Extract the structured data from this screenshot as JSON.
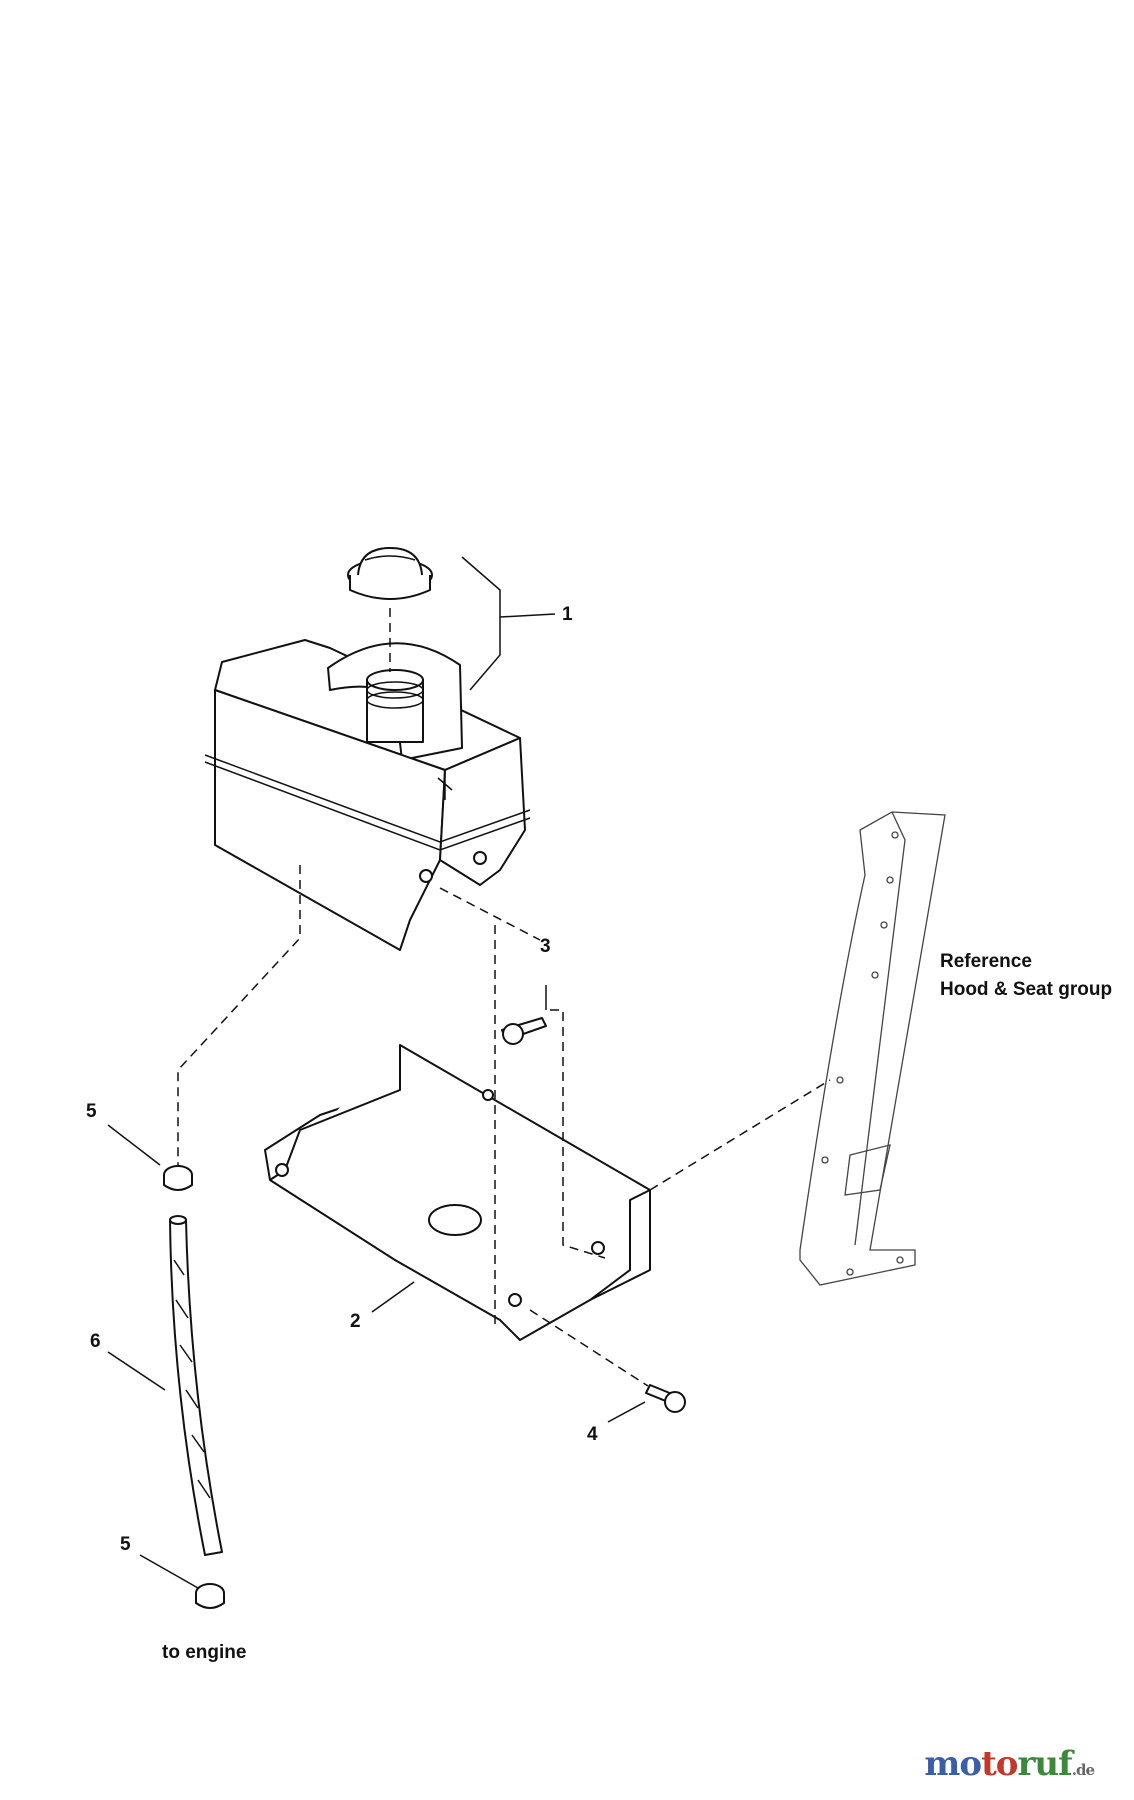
{
  "callouts": [
    {
      "id": "1",
      "label": "1"
    },
    {
      "id": "2",
      "label": "2"
    },
    {
      "id": "3",
      "label": "3"
    },
    {
      "id": "4",
      "label": "4"
    },
    {
      "id": "5a",
      "label": "5"
    },
    {
      "id": "5b",
      "label": "5"
    },
    {
      "id": "6",
      "label": "6"
    }
  ],
  "notes": {
    "reference_line1": "Reference",
    "reference_line2": "Hood & Seat group",
    "to_engine": "to engine"
  },
  "watermark": {
    "part1": "mo",
    "part2": "to",
    "part3": "ruf",
    "tld": ".de"
  },
  "colors": {
    "line": "#111111",
    "background": "#ffffff",
    "watermark_blue": "#3a5fa8",
    "watermark_red": "#c0392b",
    "watermark_green": "#3a8a3a"
  }
}
